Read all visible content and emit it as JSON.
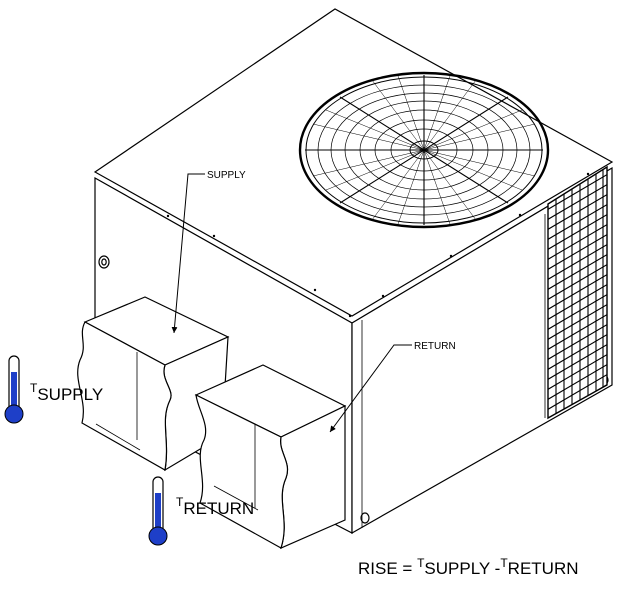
{
  "labels": {
    "supply": "SUPPLY",
    "return": "RETURN"
  },
  "thermometers": {
    "supply": {
      "prefix": "T",
      "name": "SUPPLY"
    },
    "return": {
      "prefix": "T",
      "name": "RETURN"
    }
  },
  "formula": {
    "lead": "RISE = ",
    "t1": "T",
    "name1": "SUPPLY",
    "mid": " -",
    "t2": "T",
    "name2": "RETURN"
  },
  "colors": {
    "thermometer_fill": "#1e3fc8",
    "line": "#000000"
  }
}
